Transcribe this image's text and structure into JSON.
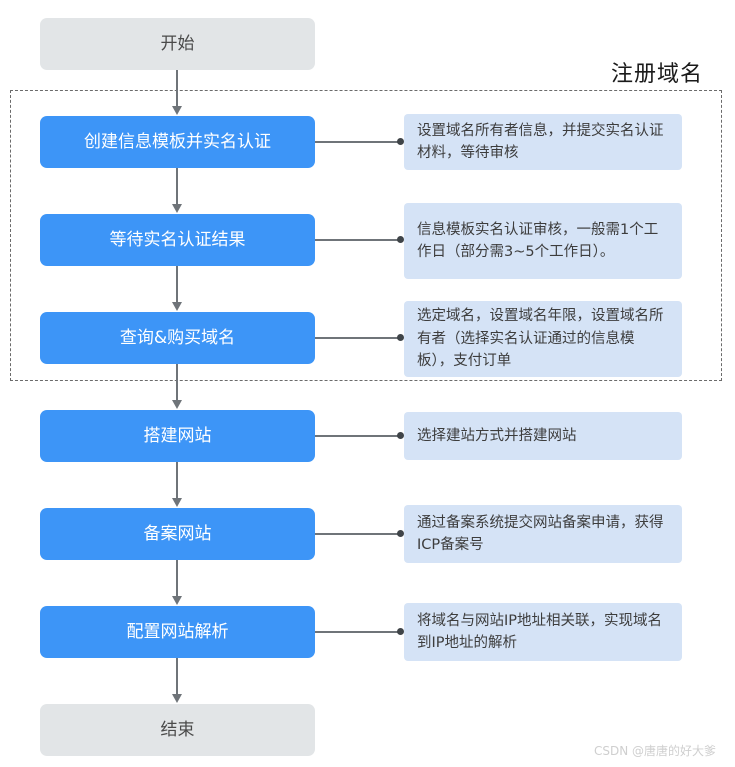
{
  "diagram": {
    "title": "注册域名",
    "watermark": "CSDN @唐唐的好大爹",
    "colors": {
      "process_fill": "#3d95f7",
      "terminal_fill": "#e2e5e7",
      "note_fill": "#d5e3f6",
      "connector": "#6f7479",
      "group_border": "#6b6b6b"
    },
    "nodes": [
      {
        "id": "start",
        "type": "terminal",
        "label": "开始"
      },
      {
        "id": "step1",
        "type": "process",
        "label": "创建信息模板并实名认证"
      },
      {
        "id": "step2",
        "type": "process",
        "label": "等待实名认证结果"
      },
      {
        "id": "step3",
        "type": "process",
        "label": "查询&购买域名"
      },
      {
        "id": "step4",
        "type": "process",
        "label": "搭建网站"
      },
      {
        "id": "step5",
        "type": "process",
        "label": "备案网站"
      },
      {
        "id": "step6",
        "type": "process",
        "label": "配置网站解析"
      },
      {
        "id": "end",
        "type": "terminal",
        "label": "结束"
      }
    ],
    "notes": [
      {
        "for": "step1",
        "text": "设置域名所有者信息，并提交实名认证材料，等待审核"
      },
      {
        "for": "step2",
        "text": "信息模板实名认证审核，一般需1个工作日（部分需3~5个工作日）。"
      },
      {
        "for": "step3",
        "text": "选定域名，设置域名年限，设置域名所有者（选择实名认证通过的信息模板），支付订单"
      },
      {
        "for": "step4",
        "text": "选择建站方式并搭建网站"
      },
      {
        "for": "step5",
        "text": "通过备案系统提交网站备案申请，获得ICP备案号"
      },
      {
        "for": "step6",
        "text": "将域名与网站IP地址相关联，实现域名到IP地址的解析"
      }
    ]
  }
}
